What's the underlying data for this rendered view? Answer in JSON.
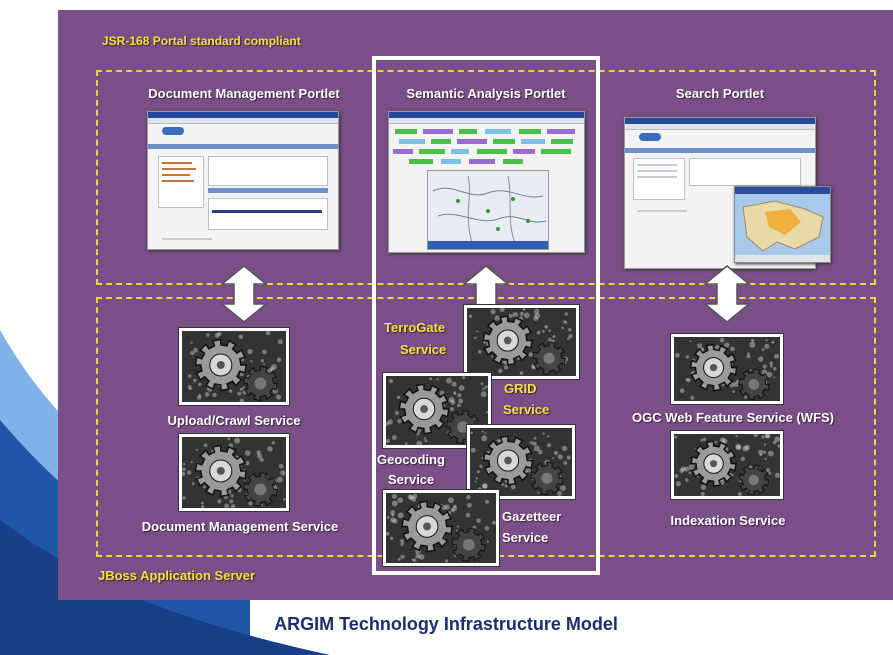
{
  "title": "ARGIM Technology Infrastructure Model",
  "portal_label": "JSR-168 Portal standard compliant",
  "server_label": "JBoss Application Server",
  "portlets": {
    "document": "Document Management Portlet",
    "semantic": "Semantic Analysis Portlet",
    "search": "Search Portlet"
  },
  "services": {
    "upload": "Upload/Crawl Service",
    "document_mgmt": "Document Management Service",
    "terrogate_1": "TerroGate",
    "terrogate_2": "Service",
    "grid_1": "GRID",
    "grid_2": "Service",
    "geocoding_1": "Geocoding",
    "geocoding_2": "Service",
    "gazetteer_1": "Gazetteer",
    "gazetteer_2": "Service",
    "ogc": "OGC Web Feature Service (WFS)",
    "indexation": "Indexation Service"
  },
  "colors": {
    "panel": "#7a4e86",
    "dash": "#f2d33a",
    "highlight_text": "#f4e23a",
    "title": "#1a2f6e"
  },
  "icons": [
    "gear-icon",
    "double-arrow-icon",
    "portlet-screenshot"
  ]
}
